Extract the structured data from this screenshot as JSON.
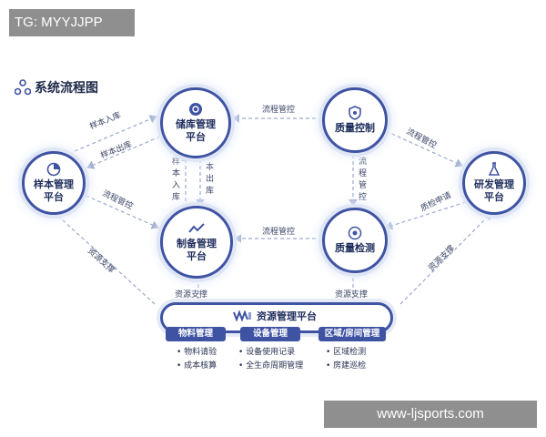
{
  "watermark_top": "TG: MYYJJPP",
  "watermark_bottom": "www-ljsports.com",
  "title": "系统流程图",
  "nodes": {
    "storage": "储库管理\n平台",
    "quality_control": "质量控制",
    "sample": "样本管理\n平台",
    "rnd": "研发管理\n平台",
    "prep": "制备管理\n平台",
    "quality_test": "质量检测"
  },
  "edges": {
    "sample_in": "样本入库",
    "sample_out": "样本出库",
    "flow_qc_storage": "流程管控",
    "flow_qc_rnd": "流程管控",
    "flow_sample_prep": "流程管控",
    "vertical_in": "样本入库",
    "vertical_out": "样本出库",
    "flow_qc_test": "流程管控",
    "flow_test_prep": "流程管控",
    "apply_test": "质检申请",
    "support_left": "资源支撑",
    "support_right": "资源支撑",
    "support_prep": "资源支撑",
    "support_test": "资源支撑"
  },
  "platform": {
    "title": "资源管理平台",
    "columns": [
      {
        "name": "物料管理",
        "items": [
          "物料请验",
          "成本核算"
        ]
      },
      {
        "name": "设备管理",
        "items": [
          "设备使用记录",
          "全生命周期管理"
        ]
      },
      {
        "name": "区域/房间管理",
        "items": [
          "区域检测",
          "房建巡检"
        ]
      }
    ]
  },
  "colors": {
    "primary": "#3f53a3",
    "halo": "#dfe6f5",
    "arrow": "#9aa8cc"
  }
}
